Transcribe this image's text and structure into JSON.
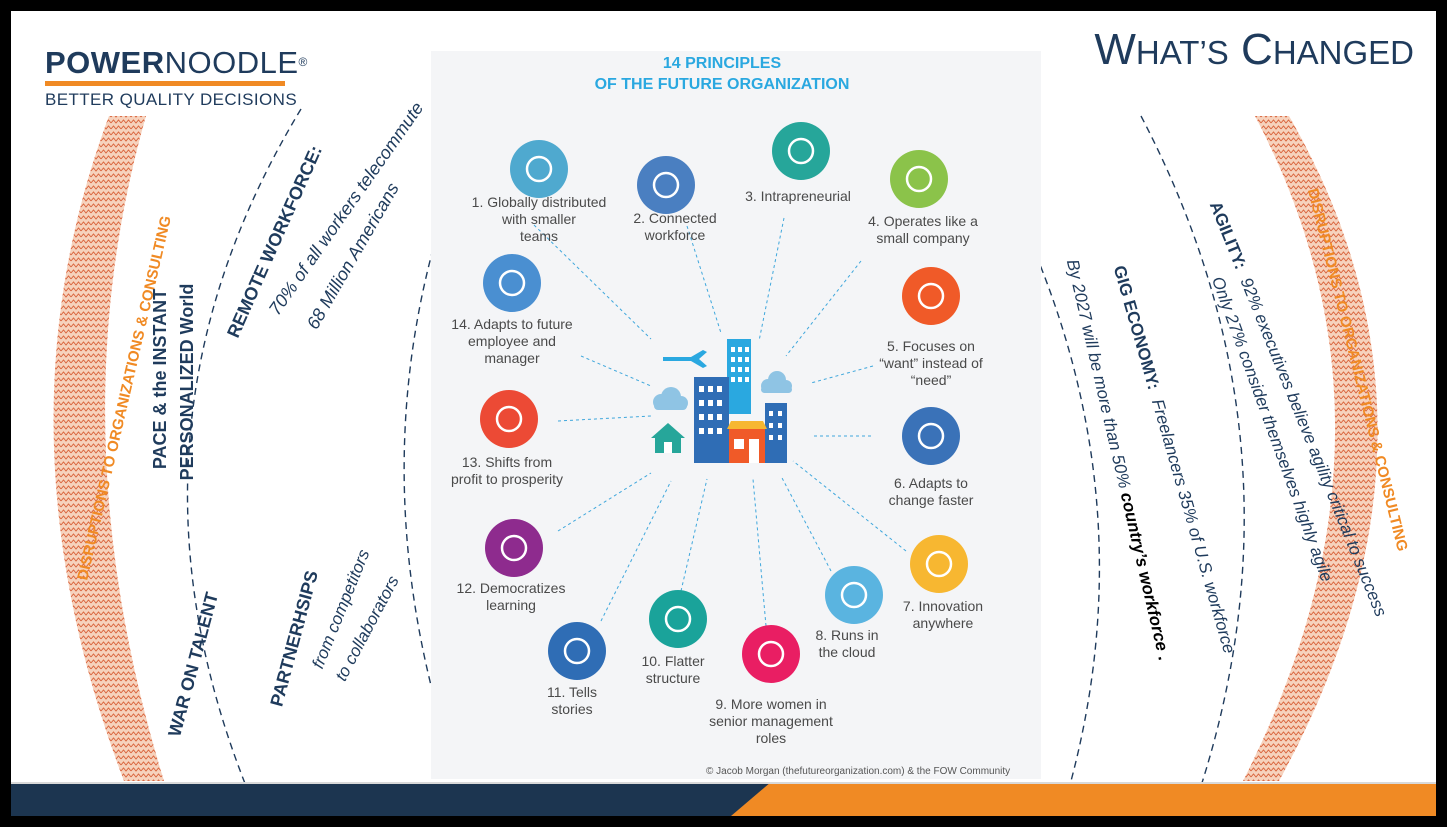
{
  "logo": {
    "brand_bold": "POWER",
    "brand_light": "NOODLE",
    "registered": "®",
    "tagline": "BETTER QUALITY DECISIONS"
  },
  "title": {
    "first_cap": "W",
    "first_rest": "HAT",
    "apostrophe": "’S",
    "second_cap": "C",
    "second_rest": "HANGED"
  },
  "infographic": {
    "title_line1": "14 PRINCIPLES",
    "title_line2": "OF THE FUTURE ORGANIZATION",
    "credit": "© Jacob Morgan (thefutureorganization.com) & the FOW Community",
    "principles": [
      {
        "lines": [
          "1. Globally distributed",
          "with smaller",
          "teams"
        ],
        "color": "#4fa9cf",
        "icon": "people-icon"
      },
      {
        "lines": [
          "2. Connected",
          "workforce"
        ],
        "color": "#4a7fc1",
        "icon": "link-icon"
      },
      {
        "lines": [
          "3. Intrapreneurial"
        ],
        "color": "#26a69a",
        "icon": "briefcase-icon"
      },
      {
        "lines": [
          "4. Operates like a",
          "small company"
        ],
        "color": "#8bc34a",
        "icon": "building-icon"
      },
      {
        "lines": [
          "5. Focuses on",
          "“want” instead of",
          "“need”"
        ],
        "color": "#f05a28",
        "icon": "heart-icon"
      },
      {
        "lines": [
          "6. Adapts to",
          "change faster"
        ],
        "color": "#3a72b8",
        "icon": "refresh-icon"
      },
      {
        "lines": [
          "7. Innovation",
          "anywhere"
        ],
        "color": "#f7b731",
        "icon": "lightbulb-icon"
      },
      {
        "lines": [
          "8. Runs in",
          "the cloud"
        ],
        "color": "#5ab4e0",
        "icon": "cloud-icon"
      },
      {
        "lines": [
          "9. More women in",
          "senior management",
          "roles"
        ],
        "color": "#e91e63",
        "icon": "woman-icon"
      },
      {
        "lines": [
          "10. Flatter",
          "structure"
        ],
        "color": "#1aa39a",
        "icon": "waves-icon"
      },
      {
        "lines": [
          "11. Tells",
          "stories"
        ],
        "color": "#2f6db5",
        "icon": "speech-bubble-icon"
      },
      {
        "lines": [
          "12. Democratizes",
          "learning"
        ],
        "color": "#8e2b8e",
        "icon": "graduation-cap-icon"
      },
      {
        "lines": [
          "13. Shifts from",
          "profit to prosperity"
        ],
        "color": "#ec4a35",
        "icon": "star-icon"
      },
      {
        "lines": [
          "14. Adapts to future",
          "employee and",
          "manager"
        ],
        "color": "#4a8fd1",
        "icon": "head-icon"
      }
    ]
  },
  "left": {
    "remote_title": "REMOTE WORKFORCE:",
    "remote_line1": "70% of all workers telecommute",
    "remote_line2": "68 Million Americans",
    "pace_line1": "PACE & the INSTANT",
    "pace_line2": "PERSONALIZED World",
    "partnerships_title": "PARTNERHSIPS",
    "partnerships_line1": "from competitors",
    "partnerships_line2": "to collaborators",
    "war_on_talent": "WAR ON TALENT",
    "disruptions": "DISRUPTIONS TO ORGANIZATIONS & CONSULTING"
  },
  "right": {
    "gig_title": "GIG ECONOMY:",
    "gig_line1": "Freelancers 35% of U.S. workforce",
    "gig_line2_pre": "By 2027 will be more than 50% ",
    "gig_line2_bold": "country’s workforce",
    "gig_line2_post": ".",
    "agility_title": "AGILITY:",
    "agility_line1": "92% executives believe agility critical to success",
    "agility_line2": "Only 27% consider themselves highly agile",
    "disruptions": "DISRUPTIONS TO ORGANIZATIONS & CONSULTING"
  },
  "colors": {
    "navy": "#1f3b5c",
    "orange": "#f08a24",
    "accent_blue": "#2aa8e0",
    "band_orange": "#e8a27a"
  }
}
